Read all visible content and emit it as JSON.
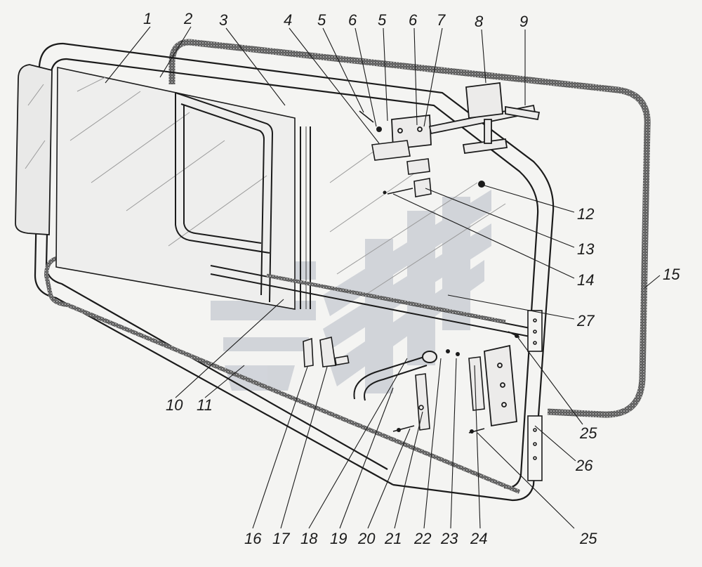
{
  "callouts": [
    {
      "id": "c1",
      "text": "1"
    },
    {
      "id": "c2",
      "text": "2"
    },
    {
      "id": "c3",
      "text": "3"
    },
    {
      "id": "c4",
      "text": "4"
    },
    {
      "id": "c5a",
      "text": "5"
    },
    {
      "id": "c6a",
      "text": "6"
    },
    {
      "id": "c5b",
      "text": "5"
    },
    {
      "id": "c6b",
      "text": "6"
    },
    {
      "id": "c7",
      "text": "7"
    },
    {
      "id": "c8",
      "text": "8"
    },
    {
      "id": "c9",
      "text": "9"
    },
    {
      "id": "c10",
      "text": "10"
    },
    {
      "id": "c11",
      "text": "11"
    },
    {
      "id": "c12",
      "text": "12"
    },
    {
      "id": "c13",
      "text": "13"
    },
    {
      "id": "c14",
      "text": "14"
    },
    {
      "id": "c15",
      "text": "15"
    },
    {
      "id": "c16",
      "text": "16"
    },
    {
      "id": "c17",
      "text": "17"
    },
    {
      "id": "c18",
      "text": "18"
    },
    {
      "id": "c19",
      "text": "19"
    },
    {
      "id": "c20",
      "text": "20"
    },
    {
      "id": "c21",
      "text": "21"
    },
    {
      "id": "c22",
      "text": "22"
    },
    {
      "id": "c23",
      "text": "23"
    },
    {
      "id": "c24",
      "text": "24"
    },
    {
      "id": "c25a",
      "text": "25"
    },
    {
      "id": "c26",
      "text": "26"
    },
    {
      "id": "c25b",
      "text": "25"
    },
    {
      "id": "c27",
      "text": "27"
    }
  ],
  "colors": {
    "ink": "#1b1b1b",
    "paper": "#f4f4f2",
    "watermark": "#c9cdd4"
  }
}
